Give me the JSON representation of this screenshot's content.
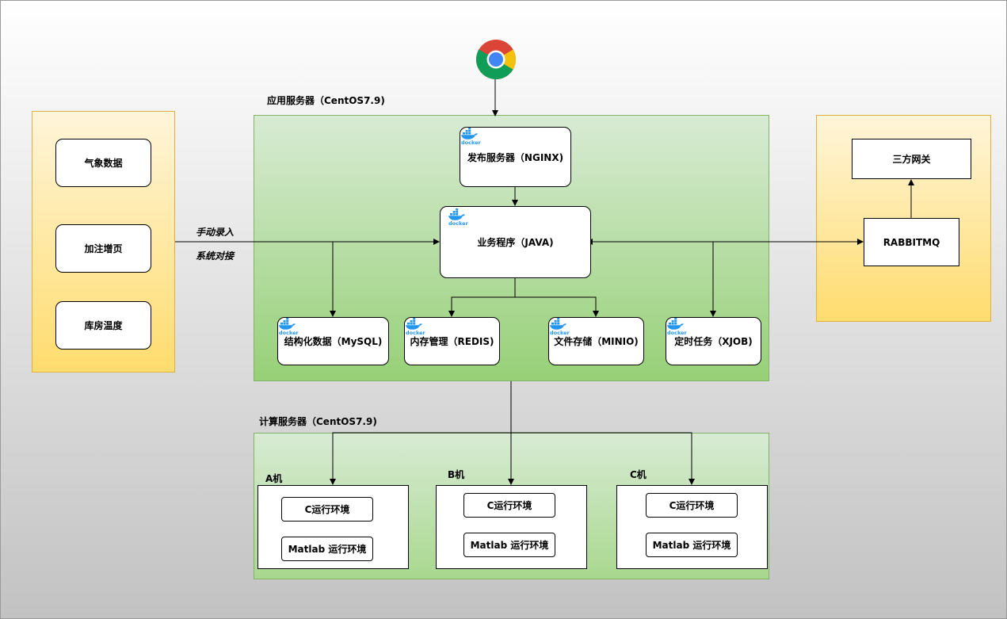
{
  "app_server": {
    "title": "应用服务器（CentOS7.9)",
    "nginx": "发布服务器（NGINX)",
    "business": "业务程序（JAVA)",
    "mysql": "结构化数据（MySQL)",
    "redis": "内存管理（REDIS)",
    "minio": "文件存储（MINIO)",
    "xjob": "定时任务（XJOB)"
  },
  "sources": {
    "items": [
      "气象数据",
      "加注增页",
      "库房温度"
    ],
    "edge_label_1": "手动录入",
    "edge_label_2": "系统对接"
  },
  "external": {
    "gateway": "三方网关",
    "mq": "RABBITMQ"
  },
  "compute_server": {
    "title": "计算服务器（CentOS7.9)",
    "machines": [
      {
        "name": "A机",
        "env_c": "C运行环境",
        "env_matlab": "Matlab 运行环境"
      },
      {
        "name": "B机",
        "env_c": "C运行环境",
        "env_matlab": "Matlab 运行环境"
      },
      {
        "name": "C机",
        "env_c": "C运行环境",
        "env_matlab": "Matlab 运行环境"
      }
    ]
  },
  "icons": {
    "browser": "chrome-browser-icon",
    "container": "docker-icon",
    "docker_text": "docker"
  },
  "colors": {
    "source_panel": "#ffd966",
    "app_panel": "#97d077",
    "docker_blue": "#2496ed"
  }
}
